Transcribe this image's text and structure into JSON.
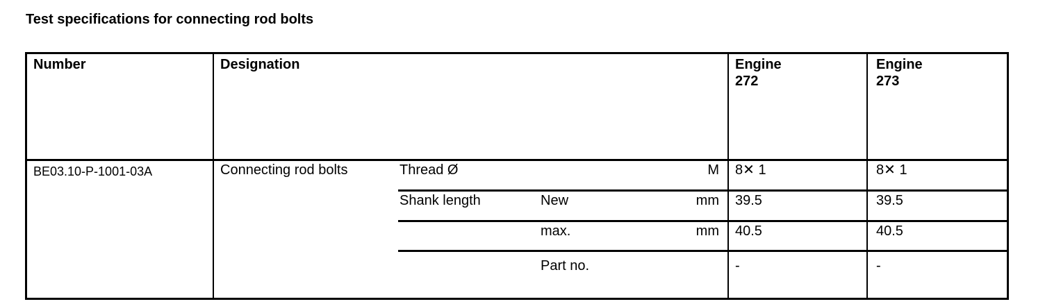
{
  "title": "Test specifications for connecting rod bolts",
  "table": {
    "headers": {
      "number": "Number",
      "designation": "Designation",
      "engine_272_line1": "Engine",
      "engine_272_line2": "272",
      "engine_273_line1": "Engine",
      "engine_273_line2": "273"
    },
    "row": {
      "number": "BE03.10-P-1001-03A",
      "designation": "Connecting rod bolts",
      "params": [
        {
          "name": "Thread Ø",
          "qualifier": "",
          "unit": "M",
          "engine_272": "8✕ 1",
          "engine_273": "8✕ 1"
        },
        {
          "name": "Shank length",
          "qualifier": "New",
          "unit": "mm",
          "engine_272": "39.5",
          "engine_273": "39.5"
        },
        {
          "name": "",
          "qualifier": "max.",
          "unit": "mm",
          "engine_272": "40.5",
          "engine_273": "40.5"
        },
        {
          "name": "",
          "qualifier": "Part no.",
          "unit": "",
          "engine_272": "-",
          "engine_273": "-"
        }
      ]
    }
  }
}
